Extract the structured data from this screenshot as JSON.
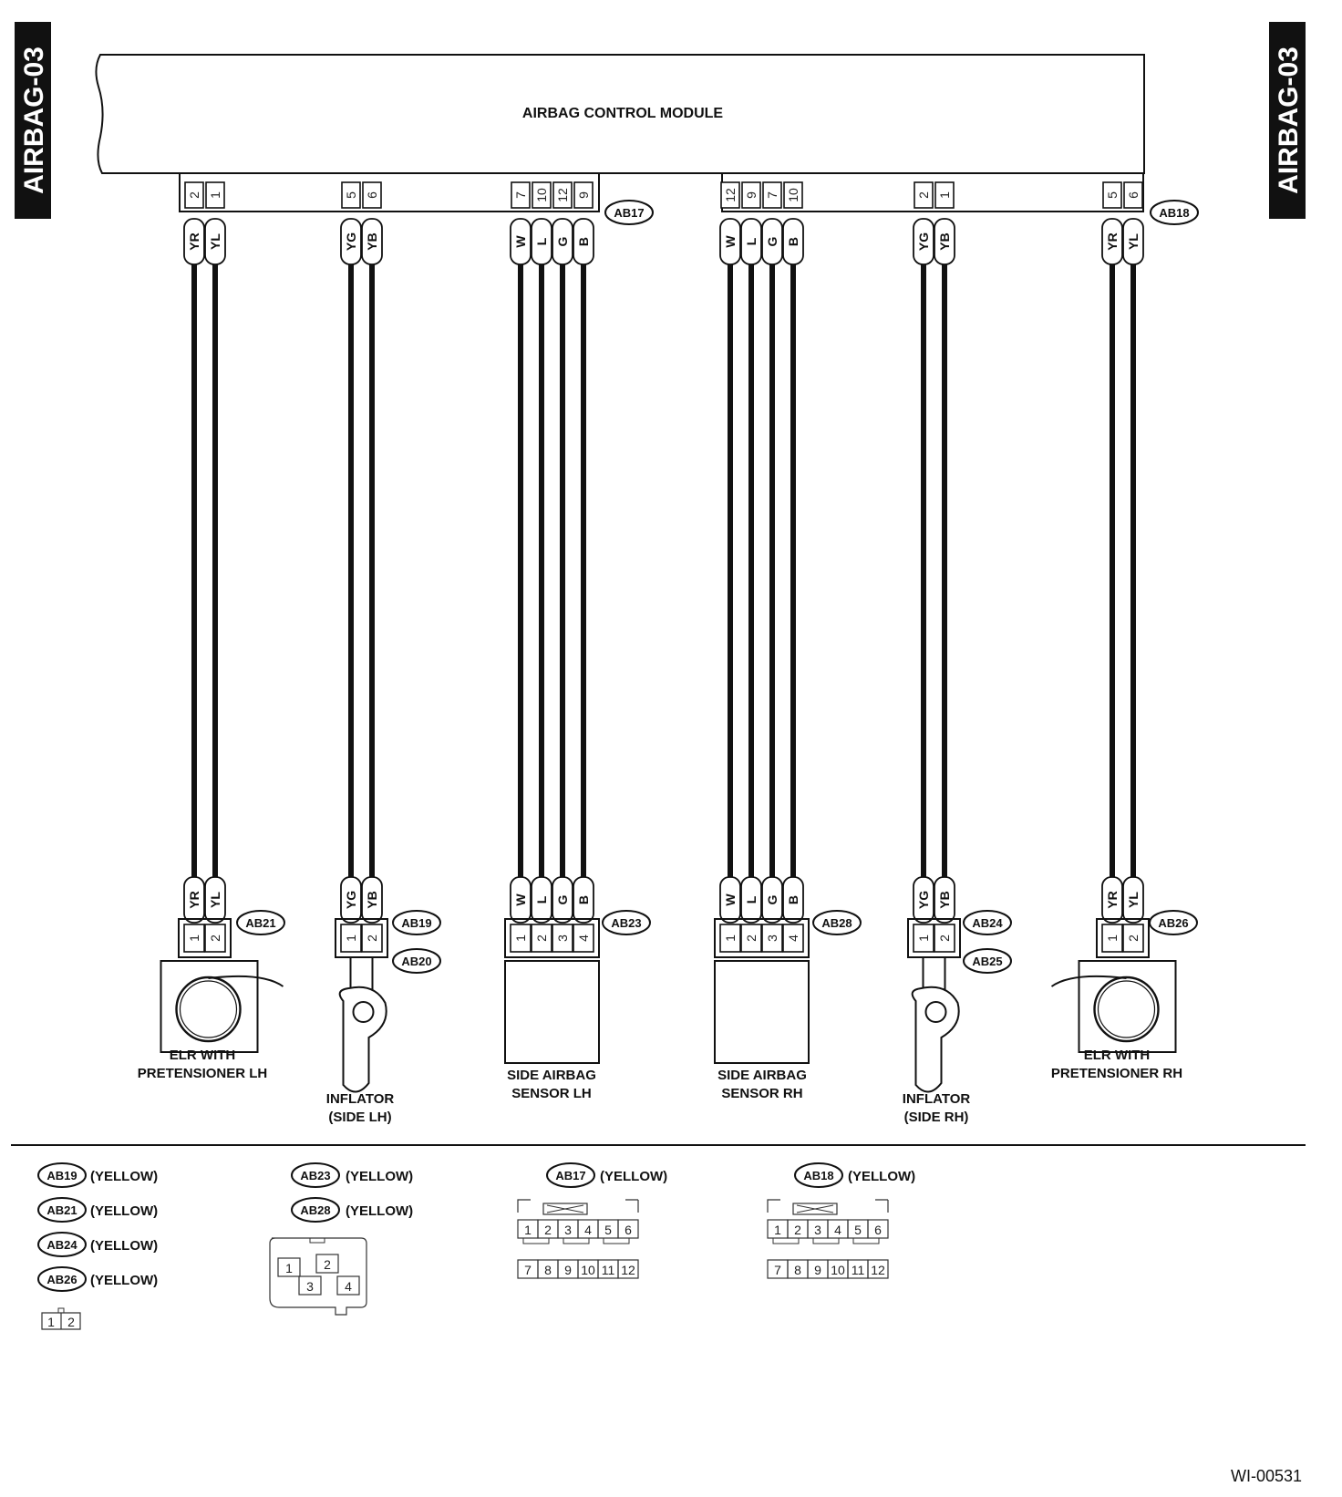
{
  "side_tabs": [
    "AIRBAG-03",
    "AIRBAG-03"
  ],
  "module": {
    "label": "AIRBAG CONTROL MODULE"
  },
  "top_connectors": [
    {
      "id": "AB17"
    },
    {
      "id": "AB18"
    }
  ],
  "groups": [
    {
      "top_pins": [
        "2",
        "1"
      ],
      "wires": [
        "YR",
        "YL"
      ],
      "bottom_pins": [
        "1",
        "2"
      ],
      "connectors": [
        "AB21"
      ],
      "component": "elr",
      "labels": [
        "ELR WITH",
        "PRETENSIONER LH"
      ]
    },
    {
      "top_pins": [
        "5",
        "6"
      ],
      "wires": [
        "YG",
        "YB"
      ],
      "bottom_pins": [
        "1",
        "2"
      ],
      "connectors": [
        "AB19",
        "AB20"
      ],
      "component": "inflator",
      "labels": [
        "INFLATOR",
        "(SIDE LH)"
      ]
    },
    {
      "top_pins": [
        "7",
        "10",
        "12",
        "9"
      ],
      "wires": [
        "W",
        "L",
        "G",
        "B"
      ],
      "bottom_pins": [
        "1",
        "2",
        "3",
        "4"
      ],
      "connectors": [
        "AB23"
      ],
      "component": "sensor",
      "labels": [
        "SIDE AIRBAG",
        "SENSOR LH"
      ]
    },
    {
      "top_pins": [
        "12",
        "9",
        "7",
        "10"
      ],
      "wires": [
        "W",
        "L",
        "G",
        "B"
      ],
      "bottom_pins": [
        "1",
        "2",
        "3",
        "4"
      ],
      "connectors": [
        "AB28"
      ],
      "component": "sensor",
      "labels": [
        "SIDE AIRBAG",
        "SENSOR RH"
      ]
    },
    {
      "top_pins": [
        "2",
        "1"
      ],
      "wires": [
        "YG",
        "YB"
      ],
      "bottom_pins": [
        "1",
        "2"
      ],
      "connectors": [
        "AB24",
        "AB25"
      ],
      "component": "inflator",
      "labels": [
        "INFLATOR",
        "(SIDE RH)"
      ]
    },
    {
      "top_pins": [
        "5",
        "6"
      ],
      "wires": [
        "YR",
        "YL"
      ],
      "bottom_pins": [
        "1",
        "2"
      ],
      "connectors": [
        "AB26"
      ],
      "component": "elr",
      "labels": [
        "ELR WITH",
        "PRETENSIONER RH"
      ]
    }
  ],
  "legend": {
    "col1": [
      {
        "id": "AB19",
        "color": "(YELLOW)"
      },
      {
        "id": "AB21",
        "color": "(YELLOW)"
      },
      {
        "id": "AB24",
        "color": "(YELLOW)"
      },
      {
        "id": "AB26",
        "color": "(YELLOW)"
      }
    ],
    "col1_pins": [
      "1",
      "2"
    ],
    "col2": [
      {
        "id": "AB23",
        "color": "(YELLOW)"
      },
      {
        "id": "AB28",
        "color": "(YELLOW)"
      }
    ],
    "col2_pins": [
      "1",
      "2",
      "3",
      "4"
    ],
    "col3": {
      "id": "AB17",
      "color": "(YELLOW)"
    },
    "col4": {
      "id": "AB18",
      "color": "(YELLOW)"
    },
    "pins12": [
      "1",
      "2",
      "3",
      "4",
      "5",
      "6",
      "7",
      "8",
      "9",
      "10",
      "11",
      "12"
    ]
  },
  "footer_code": "WI-00531"
}
